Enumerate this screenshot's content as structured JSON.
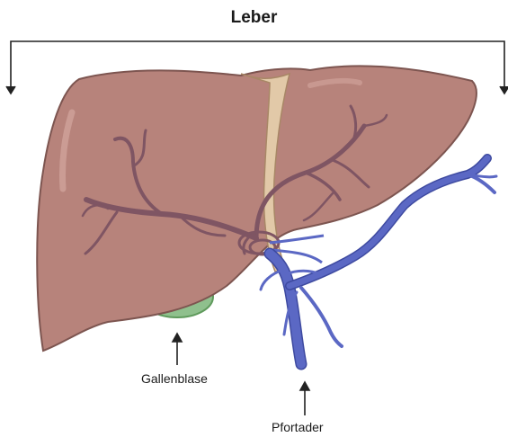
{
  "labels": {
    "title": "Leber",
    "gallbladder": "Gallenblase",
    "portal_vein": "Pfortader"
  },
  "colors": {
    "liver_fill": "#b7837b",
    "liver_stroke": "#7d5550",
    "vessel": "#7f5563",
    "ligament": "#e2c9a8",
    "gallbladder": "#8fc08d",
    "portal_vein": "#5b68c4",
    "portal_vein_dark": "#3e4aa0",
    "arrow": "#222222"
  }
}
